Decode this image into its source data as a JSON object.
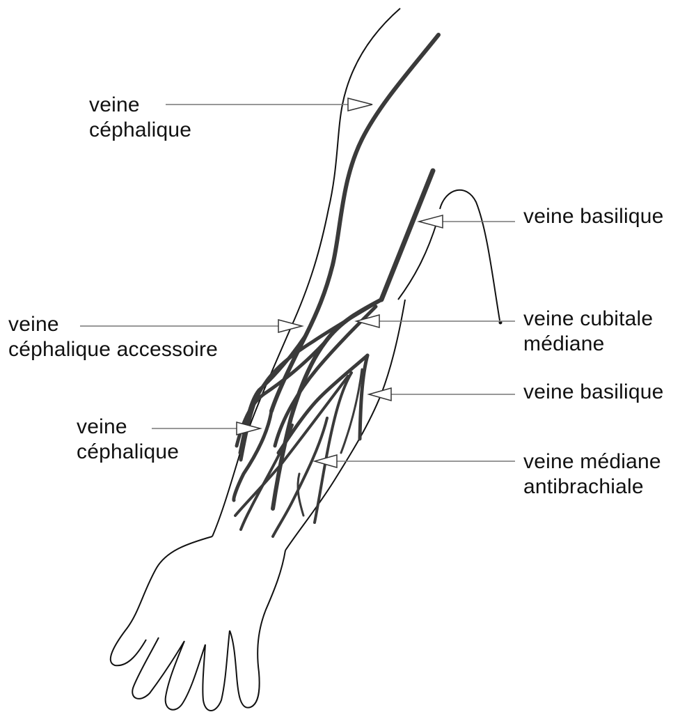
{
  "labels": {
    "cephalic_upper": {
      "line1": "veine",
      "line2": "céphalique"
    },
    "basilic_upper": {
      "line1": "veine basilique"
    },
    "cephalic_accessory": {
      "line1": "veine",
      "line2": "céphalique accessoire"
    },
    "median_cubital": {
      "line1": "veine cubitale",
      "line2": "médiane"
    },
    "basilic_lower": {
      "line1": "veine basilique"
    },
    "cephalic_lower": {
      "line1": "veine",
      "line2": "céphalique"
    },
    "median_antebrachial": {
      "line1": "veine médiane",
      "line2": "antibrachiale"
    }
  },
  "colors": {
    "ink": "#111111",
    "vein": "#3a3a3a",
    "leader": "#777777",
    "background": "#ffffff"
  }
}
